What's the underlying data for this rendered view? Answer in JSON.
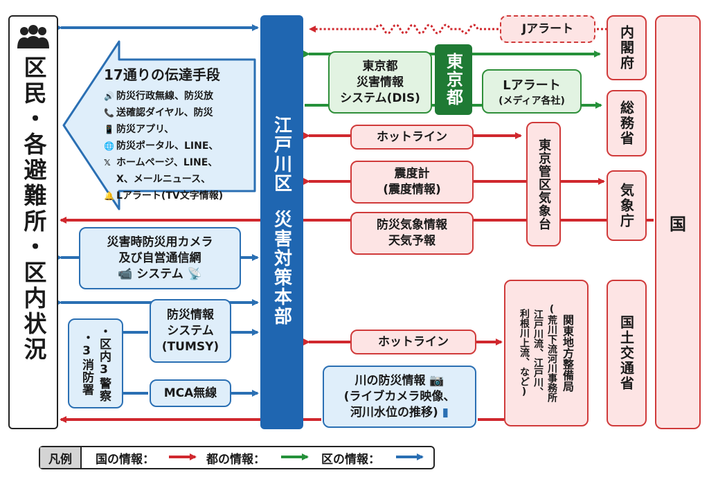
{
  "residents": {
    "label": "区民・各避難所・区内状況",
    "icon": "people-icon"
  },
  "hq": {
    "label1": "江戸川区",
    "label2": "災害対策本部"
  },
  "kuni": "国",
  "naikakufu": "内閣府",
  "soumusho": "総務省",
  "kishocho": "気象庁",
  "mlit": "国土交通省",
  "tokyo": "東京都",
  "jalert": "Jアラート",
  "dis": {
    "line1": "東京都",
    "line2": "災害情報",
    "line3": "システム(DIS)"
  },
  "lalert": {
    "line1": "Lアラート",
    "line2": "(メディア各社)"
  },
  "hotline1": "ホットライン",
  "hotline2": "ホットライン",
  "shindo": {
    "line1": "震度計",
    "line2": "(震度情報)"
  },
  "kisho_info": {
    "line1": "防災気象情報",
    "line2": "天気予報"
  },
  "tokyo_kanku": "東京管区気象台",
  "kanto_bureau": {
    "line1": "関東地方整備局",
    "line2": "(荒川下流河川事務所",
    "line3": "江戸川流、江戸川、",
    "line4": "利根川上流、など)"
  },
  "river_info": {
    "line1": "川の防災情報",
    "line2": "(ライブカメラ映像、",
    "line3": "河川水位の推移)"
  },
  "camera": {
    "line1": "災害時防災用カメラ",
    "line2": "及び自営通信網",
    "line3": "システム"
  },
  "tumsy": {
    "line1": "防災情報",
    "line2": "システム",
    "line3": "(TUMSY)"
  },
  "mca": "MCA無線",
  "police_fire": {
    "col1": "・区内3警察",
    "col2": "・3消防署"
  },
  "means": {
    "title": "17通りの伝達手段",
    "items": [
      {
        "icon": "speaker-icon",
        "glyph": "🔊",
        "text": "防災行政無線、防災放"
      },
      {
        "icon": "phone-icon",
        "glyph": "📞",
        "text": "送確認ダイヤル、防災"
      },
      {
        "icon": "smartphone-icon",
        "glyph": "📱",
        "text": "防災アプリ、"
      },
      {
        "icon": "globe-icon",
        "glyph": "🌐",
        "text": "防災ポータル、LINE、"
      },
      {
        "icon": "x-logo-icon",
        "glyph": "𝕏",
        "text": "ホームページ、LINE、"
      },
      {
        "icon": "",
        "glyph": "",
        "text": "X、メールニュース、"
      },
      {
        "icon": "bell-icon",
        "glyph": "🔔",
        "text": "Lアラート(TV文字情報)"
      }
    ]
  },
  "legend": {
    "title": "凡例",
    "national": "国の情報：",
    "metro": "都の情報：",
    "ward": "区の情報：",
    "colors": {
      "national": "#d0282e",
      "metro": "#25913a",
      "ward": "#2a6fb3"
    }
  }
}
